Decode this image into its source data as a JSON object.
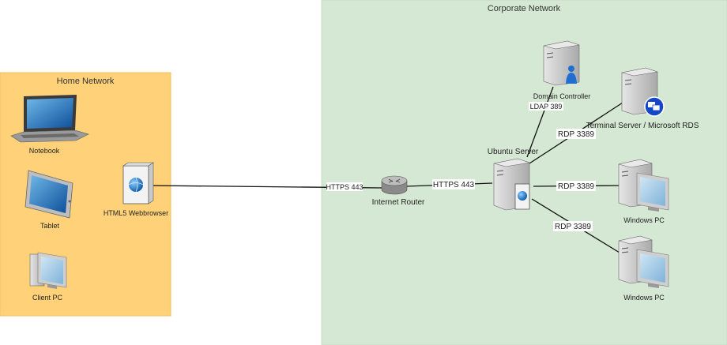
{
  "zones": {
    "home": {
      "label": "Home Network",
      "fill": "#ffd27a",
      "stroke": "#f0c060"
    },
    "corporate": {
      "label": "Corporate Network",
      "fill": "#d5e8d4",
      "stroke": "#c4dcc3"
    }
  },
  "nodes": {
    "notebook": {
      "label": "Notebook",
      "icon": "laptop-icon"
    },
    "tablet": {
      "label": "Tablet",
      "icon": "tablet-icon"
    },
    "client_pc": {
      "label": "Client PC",
      "icon": "desktop-pc-icon"
    },
    "webbrowser": {
      "label": "HTML5 Webbrowser",
      "icon": "web-browser-icon"
    },
    "router": {
      "label": "Internet Router",
      "icon": "router-icon"
    },
    "ubuntu": {
      "label": "Ubuntu Server",
      "icon": "server-icon"
    },
    "domain_controller": {
      "label": "Domain Controller",
      "icon": "domain-controller-icon"
    },
    "terminal_server": {
      "label": "Terminal Server / Microsoft RDS",
      "icon": "terminal-server-icon"
    },
    "windows_pc_1": {
      "label": "Windows PC",
      "icon": "windows-pc-icon"
    },
    "windows_pc_2": {
      "label": "Windows PC",
      "icon": "windows-pc-icon"
    }
  },
  "edges": {
    "browser_router": {
      "label": "HTTPS 443"
    },
    "router_ubuntu": {
      "label": "HTTPS 443"
    },
    "ubuntu_dc": {
      "label": "LDAP 389"
    },
    "ubuntu_ts": {
      "label": "RDP 3389"
    },
    "ubuntu_pc1": {
      "label": "RDP 3389"
    },
    "ubuntu_pc2": {
      "label": "RDP 3389"
    }
  },
  "colors": {
    "edge": "#111111",
    "server_body": "#c8c8c8",
    "screen_blue": "#1d5fa8",
    "badge_blue": "#1447c7"
  }
}
